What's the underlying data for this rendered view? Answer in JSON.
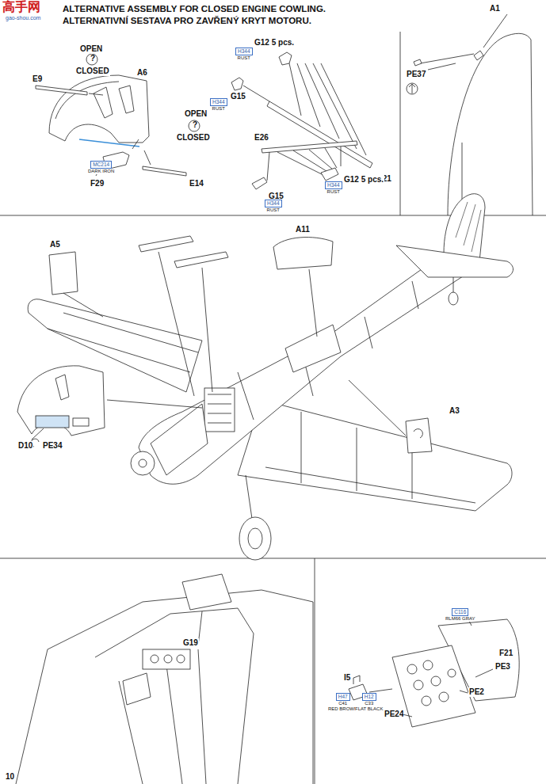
{
  "diagram": {
    "title": "ALTERNATIVE ASSEMBLY FOR CLOSED ENGINE COWLING.",
    "nodes": [
      {
        "text": [
          "H344",
          "RUST"
        ]
      },
      {
        "text": [
          "H344",
          "RUST"
        ]
      },
      {
        "text": [
          "MC214",
          "DARK IRON"
        ]
      },
      {
        "text": [
          "H344",
          "RUST"
        ]
      },
      {
        "text": [
          "H344",
          "RUST"
        ]
      },
      {
        "text": [
          "C116",
          "RLM66 GRAY"
        ]
      },
      {
        "text": [
          "H47",
          "C41",
          "RED BROWN"
        ]
      },
      {
        "text": [
          "H12",
          "C33",
          "FLAT BLACK"
        ]
      }
    ],
    "labels": [
      "高手网",
      "gao-shou.com",
      "ALTERNATIVNÍ SESTAVA PRO ZAVŘENÝ KRYT MOTORU.",
      "OPEN",
      "?",
      "CLOSED",
      "A6",
      "E9",
      "G12 5 pcs.",
      "G15",
      "OPEN",
      "?",
      "CLOSED",
      "E21",
      "F29",
      "E14",
      "E26",
      "G12 5 pcs.",
      "G15",
      "A1",
      "PE37",
      "A5",
      "A11",
      "A3",
      "D10",
      "PE34",
      "G19",
      "F21",
      "I5",
      "PE3",
      "PE2",
      "PE24",
      "10"
    ]
  }
}
